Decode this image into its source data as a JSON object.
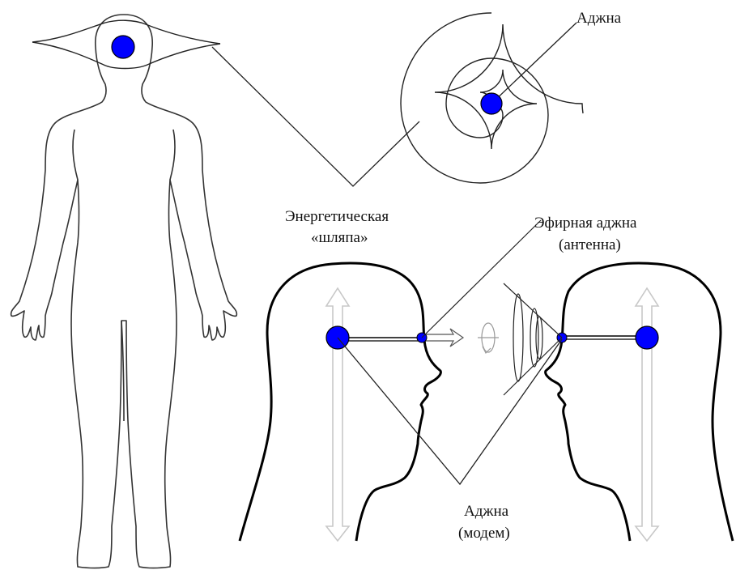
{
  "labels": {
    "ajna_top": "Аджна",
    "energy_hat_line1": "Энергетическая",
    "energy_hat_line2": "«шляпа»",
    "ether_ajna_line1": "Эфирная аджна",
    "ether_ajna_line2": "(антенна)",
    "ajna_modem_line1": "Аджна",
    "ajna_modem_line2": "(модем)"
  },
  "colors": {
    "chakra_fill": "#0000ff",
    "outline": "#000000",
    "arrow_gray": "#c8c8c8"
  }
}
